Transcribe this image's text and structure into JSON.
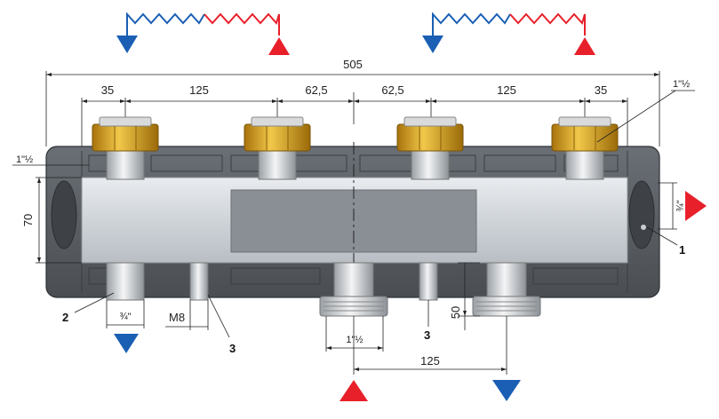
{
  "top_schematics": [
    {
      "name": "schematic-left"
    },
    {
      "name": "schematic-right"
    }
  ],
  "dimensions": {
    "overall": "505",
    "segments": [
      "35",
      "125",
      "62,5",
      "62,5",
      "125",
      "35"
    ],
    "height": "70",
    "bottom_spacing": "125",
    "bottom_drop": "50"
  },
  "thread_labels": {
    "left_side": "1\"½",
    "top_right": "1\"½",
    "right_side": "¾\"",
    "bottom_left": "¾\"",
    "sensor": "M8",
    "bottom_center": "1\"½"
  },
  "callouts": {
    "c1": "1",
    "c2": "2",
    "c3a": "3",
    "c3b": "3"
  },
  "colors": {
    "hot": "#e8202a",
    "cold": "#1a5fb4",
    "body_dark": "#555a60",
    "bar_light": "#cfd3d8",
    "brass": "#d4a020"
  },
  "arrows": {
    "top_left_blue": "down",
    "top_left_red": "up",
    "top_right_blue": "down",
    "top_right_red": "up",
    "right_red": "right",
    "bottom_left_blue": "down",
    "bottom_red": "up",
    "bottom_blue": "down"
  }
}
